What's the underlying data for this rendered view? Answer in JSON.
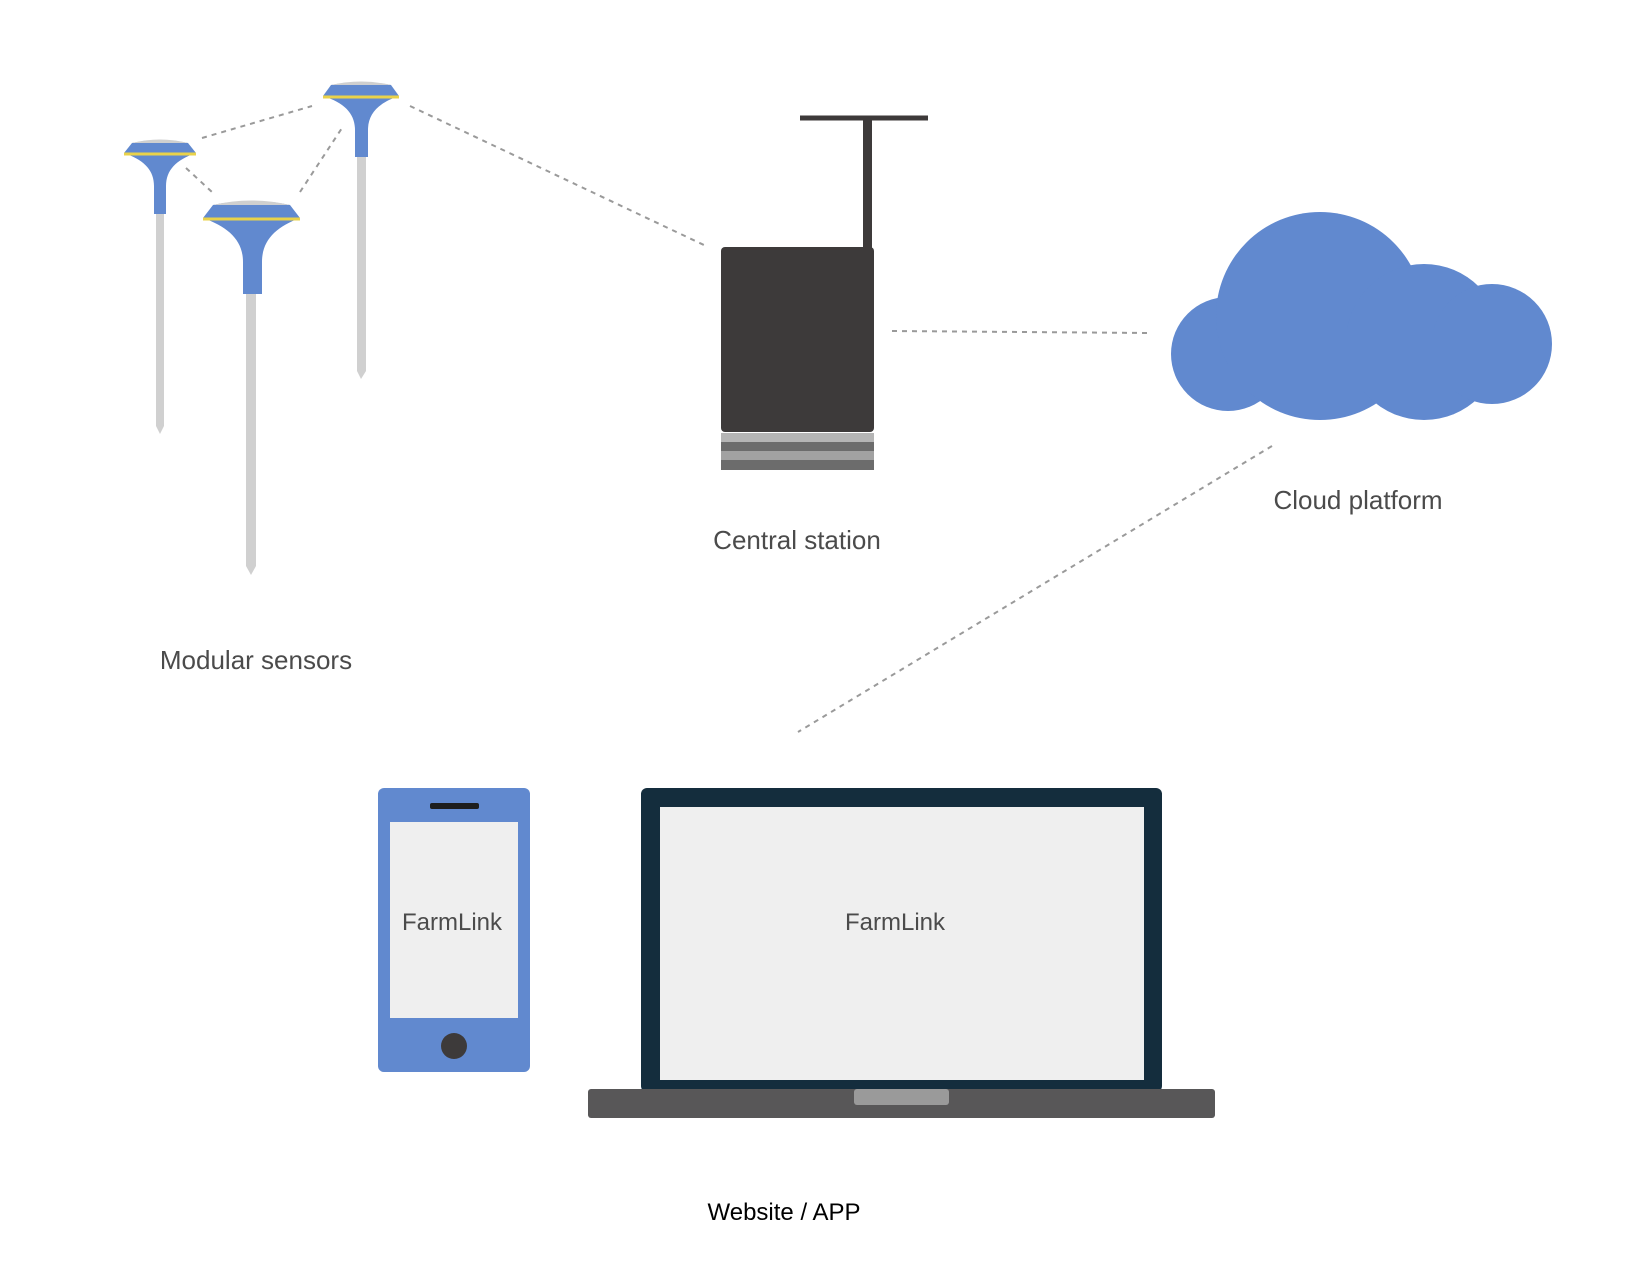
{
  "labels": {
    "sensors": "Modular sensors",
    "station": "Central station",
    "cloud": "Cloud platform",
    "devices": "Website / APP"
  },
  "phone": {
    "app_name": "FarmLink"
  },
  "laptop": {
    "app_name": "FarmLink"
  },
  "colors": {
    "accent_blue": "#6189cf",
    "station_dark": "#3d3a3a",
    "laptop_frame": "#142d3d",
    "laptop_base": "#585758",
    "screen_bg": "#efefef",
    "sensor_stem": "#d0d0d0",
    "sensor_ring": "#e9d24a",
    "connector": "#9a9a9a",
    "label_text": "#4b4b4b"
  },
  "icons": [
    "soil-sensor-icon",
    "central-station-icon",
    "cloud-icon",
    "smartphone-icon",
    "laptop-icon"
  ]
}
